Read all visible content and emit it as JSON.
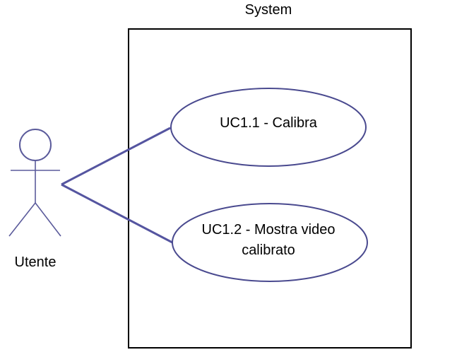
{
  "diagram": {
    "type": "use-case",
    "system": {
      "title": "System"
    },
    "actor": {
      "name": "Utente"
    },
    "use_cases": [
      {
        "label": "UC1.1 - Calibra"
      },
      {
        "label": "UC1.2 - Mostra video calibrato"
      }
    ],
    "colors": {
      "actor_stroke": "#5b5b9b",
      "ellipse_stroke": "#4a4a8f",
      "association_stroke": "#5555a0",
      "boundary_stroke": "#000000",
      "text": "#000000"
    }
  }
}
